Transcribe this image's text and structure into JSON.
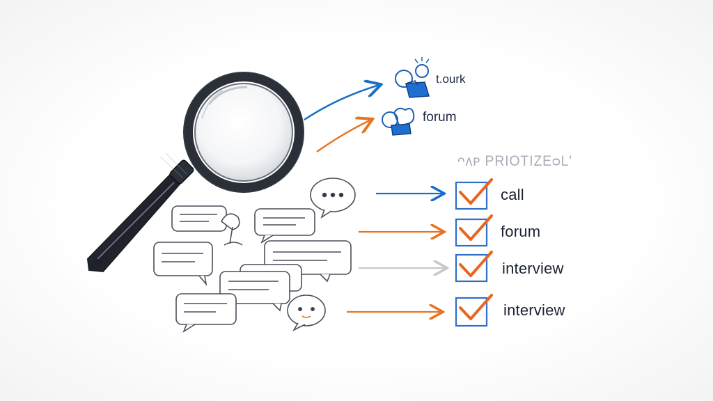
{
  "heading": "ᴖᴧᴩ PRIOTIZEᴑL'",
  "top_items": [
    {
      "label": "t.ourk",
      "icon": "folder-idea-icon"
    },
    {
      "label": "forum",
      "icon": "speech-bubble-gift-icon"
    }
  ],
  "tasks": [
    {
      "label": "call",
      "checked": true,
      "arrow_color": "#1a6fc4"
    },
    {
      "label": "forum",
      "checked": true,
      "arrow_color": "#e8741f"
    },
    {
      "label": "interview",
      "checked": true,
      "arrow_color": "#c8c8c8"
    },
    {
      "label": "interview",
      "checked": true,
      "arrow_color": "#e8741f"
    }
  ],
  "colors": {
    "ink": "#2a2f3a",
    "blue": "#1a6fc4",
    "orange": "#e8741f",
    "grey": "#c8c8c8",
    "check": "#e8641f",
    "box": "#2f6fc8"
  },
  "icons": [
    "magnifying-glass-icon",
    "chat-bubble-icon",
    "checkbox-icon",
    "arrow-icon"
  ]
}
